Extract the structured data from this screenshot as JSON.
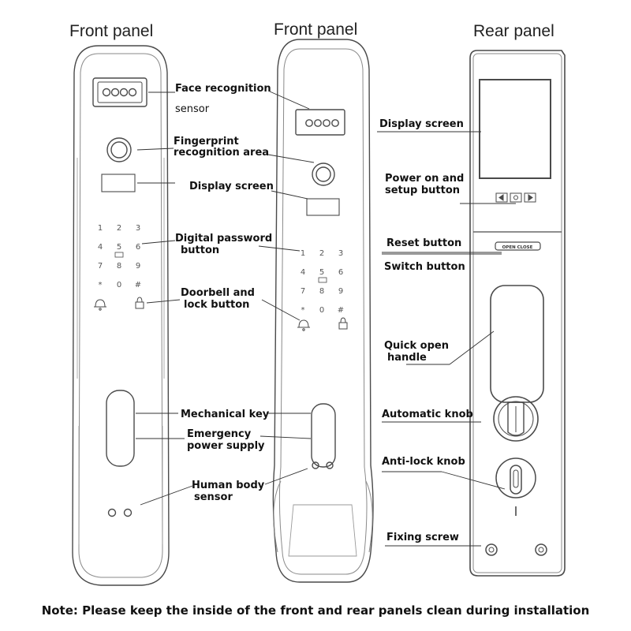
{
  "titles": {
    "front_left": "Front panel",
    "front_mid": "Front panel",
    "rear": "Rear panel"
  },
  "labels": {
    "face_recognition_1": "Face recognition",
    "face_recognition_2": "sensor",
    "fingerprint_1": "Fingerprint",
    "fingerprint_2": "recognition area",
    "display_screen_front": "Display screen",
    "digital_password_1": "Digital password",
    "digital_password_2": "button",
    "doorbell_lock_1": "Doorbell and",
    "doorbell_lock_2": "lock button",
    "mechanical_key": "Mechanical key",
    "emergency_power_1": "Emergency",
    "emergency_power_2": "power supply",
    "human_body_1": "Human body",
    "human_body_2": "sensor",
    "display_screen_rear": "Display screen",
    "power_setup_1": "Power on and",
    "power_setup_2": "setup button",
    "reset_button": "Reset button",
    "switch_button": "Switch button",
    "quick_open_1": "Quick open",
    "quick_open_2": "handle",
    "automatic_knob": "Automatic knob",
    "anti_lock_knob": "Anti-lock knob",
    "fixing_screw": "Fixing screw"
  },
  "keypad": [
    "1",
    "2",
    "3",
    "4",
    "5",
    "6",
    "7",
    "8",
    "9",
    "*",
    "0",
    "#"
  ],
  "rear_switch_text": "OPEN CLOSE",
  "note": "Note: Please keep the inside of the front and rear panels clean during installation",
  "colors": {
    "outline": "#4a4a4a",
    "light_outline": "#8a8a8a",
    "text": "#111111"
  },
  "icons": {
    "bell": "bell-icon",
    "lock": "padlock-icon"
  }
}
